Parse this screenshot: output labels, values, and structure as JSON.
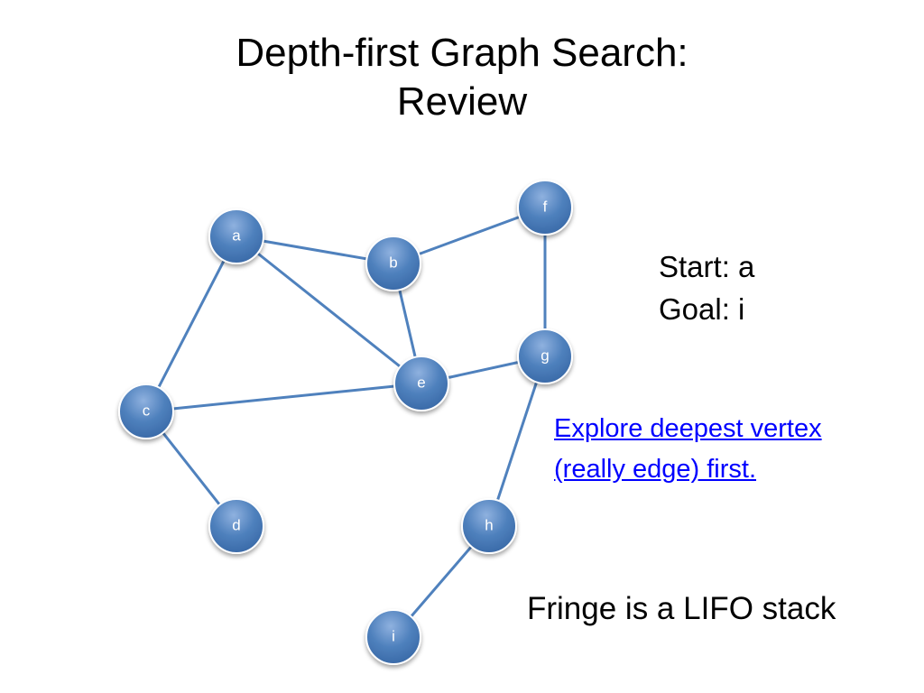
{
  "title": {
    "line1": "Depth-first Graph Search:",
    "line2": "Review"
  },
  "graph": {
    "node_color": "#4f81bd",
    "edge_color": "#4f81bd",
    "nodes": [
      {
        "id": "a",
        "label": "a"
      },
      {
        "id": "b",
        "label": "b"
      },
      {
        "id": "c",
        "label": "c"
      },
      {
        "id": "d",
        "label": "d"
      },
      {
        "id": "e",
        "label": "e"
      },
      {
        "id": "f",
        "label": "f"
      },
      {
        "id": "g",
        "label": "g"
      },
      {
        "id": "h",
        "label": "h"
      },
      {
        "id": "i",
        "label": "i"
      }
    ],
    "edges": [
      [
        "a",
        "b"
      ],
      [
        "a",
        "c"
      ],
      [
        "a",
        "e"
      ],
      [
        "b",
        "e"
      ],
      [
        "b",
        "f"
      ],
      [
        "f",
        "g"
      ],
      [
        "e",
        "g"
      ],
      [
        "c",
        "e"
      ],
      [
        "c",
        "d"
      ],
      [
        "g",
        "h"
      ],
      [
        "h",
        "i"
      ]
    ]
  },
  "info": {
    "start": "Start: a",
    "goal": "Goal: i"
  },
  "explore": {
    "line1": "Explore deepest vertex",
    "line2": "(really edge) first."
  },
  "fringe": "Fringe is a LIFO stack"
}
